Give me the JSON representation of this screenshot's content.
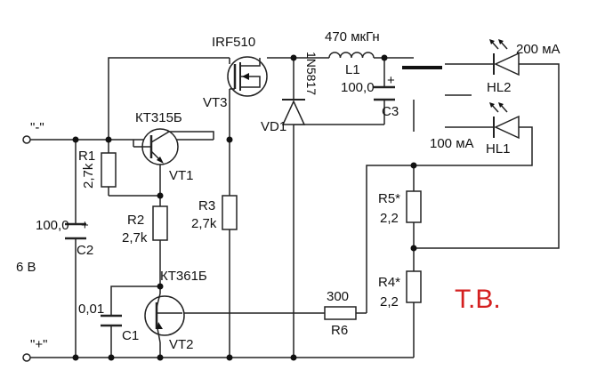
{
  "terminals": {
    "minus": "\"-\"",
    "plus": "\"+\""
  },
  "supply": {
    "voltage": "6 В"
  },
  "components": {
    "vt3_part": "IRF510",
    "vt3": "VT3",
    "vt1_part": "КТ315Б",
    "vt1": "VT1",
    "vt2_part": "КТ361Б",
    "vt2": "VT2",
    "r1": "R1",
    "r1_val": "2,7k",
    "r2": "R2",
    "r2_val": "2,7k",
    "r3": "R3",
    "r3_val": "2,7k",
    "r4": "R4*",
    "r4_val": "2,2",
    "r5": "R5*",
    "r5_val": "2,2",
    "r6": "R6",
    "r6_val": "300",
    "c1": "C1",
    "c1_val": "0,01",
    "c2": "C2",
    "c2_val": "100,0",
    "c3": "C3",
    "c3_val": "100,0",
    "l1": "L1",
    "l1_val": "470 мкГн",
    "vd1": "VD1",
    "vd1_part": "1N5817",
    "hl1": "HL1",
    "hl1_current": "100 мА",
    "hl2": "HL2",
    "hl2_current": "200 мА",
    "plus_sign_c2": "+",
    "plus_sign_c3": "+"
  },
  "signature": "Т.В.",
  "colors": {
    "wire": "#222222",
    "signature": "#d42020"
  }
}
